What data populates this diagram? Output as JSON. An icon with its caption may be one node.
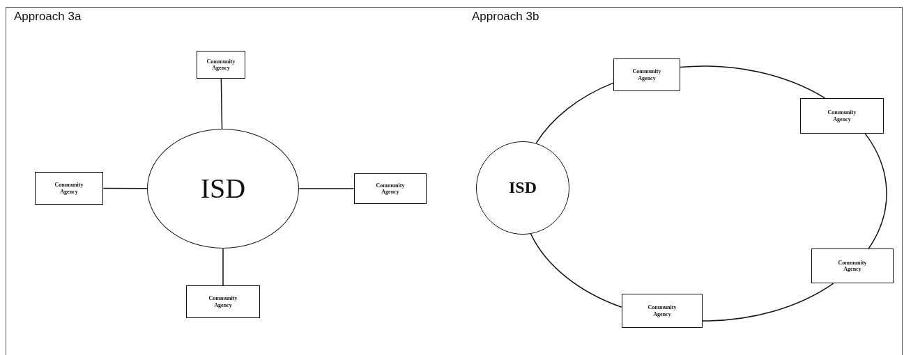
{
  "diagram": {
    "nodes": [
      {
        "text": [
          "ISD"
        ]
      },
      {
        "text": [
          "Community Agency"
        ]
      },
      {
        "text": [
          "Community Agency"
        ]
      },
      {
        "text": [
          "Community Agency"
        ]
      },
      {
        "text": [
          "Community Agency"
        ]
      },
      {
        "text": [
          "ISD"
        ]
      },
      {
        "text": [
          "Community Agency"
        ]
      },
      {
        "text": [
          "Community Agency"
        ]
      },
      {
        "text": [
          "Community Agency"
        ]
      },
      {
        "text": [
          "Community Agency"
        ]
      }
    ],
    "edges": [
      {
        "from": 0,
        "to": 1,
        "arrow": "none"
      },
      {
        "from": 0,
        "to": 2,
        "arrow": "none"
      },
      {
        "from": 0,
        "to": 3,
        "arrow": "none"
      },
      {
        "from": 0,
        "to": 4,
        "arrow": "none"
      },
      {
        "from": 5,
        "to": 6,
        "arrow": "none"
      },
      {
        "from": 6,
        "to": 7,
        "arrow": "none"
      },
      {
        "from": 7,
        "to": 8,
        "arrow": "none"
      },
      {
        "from": 8,
        "to": 9,
        "arrow": "none"
      },
      {
        "from": 9,
        "to": 5,
        "arrow": "none"
      }
    ],
    "labels": [
      "Approach 3a",
      "Approach 3b"
    ]
  }
}
